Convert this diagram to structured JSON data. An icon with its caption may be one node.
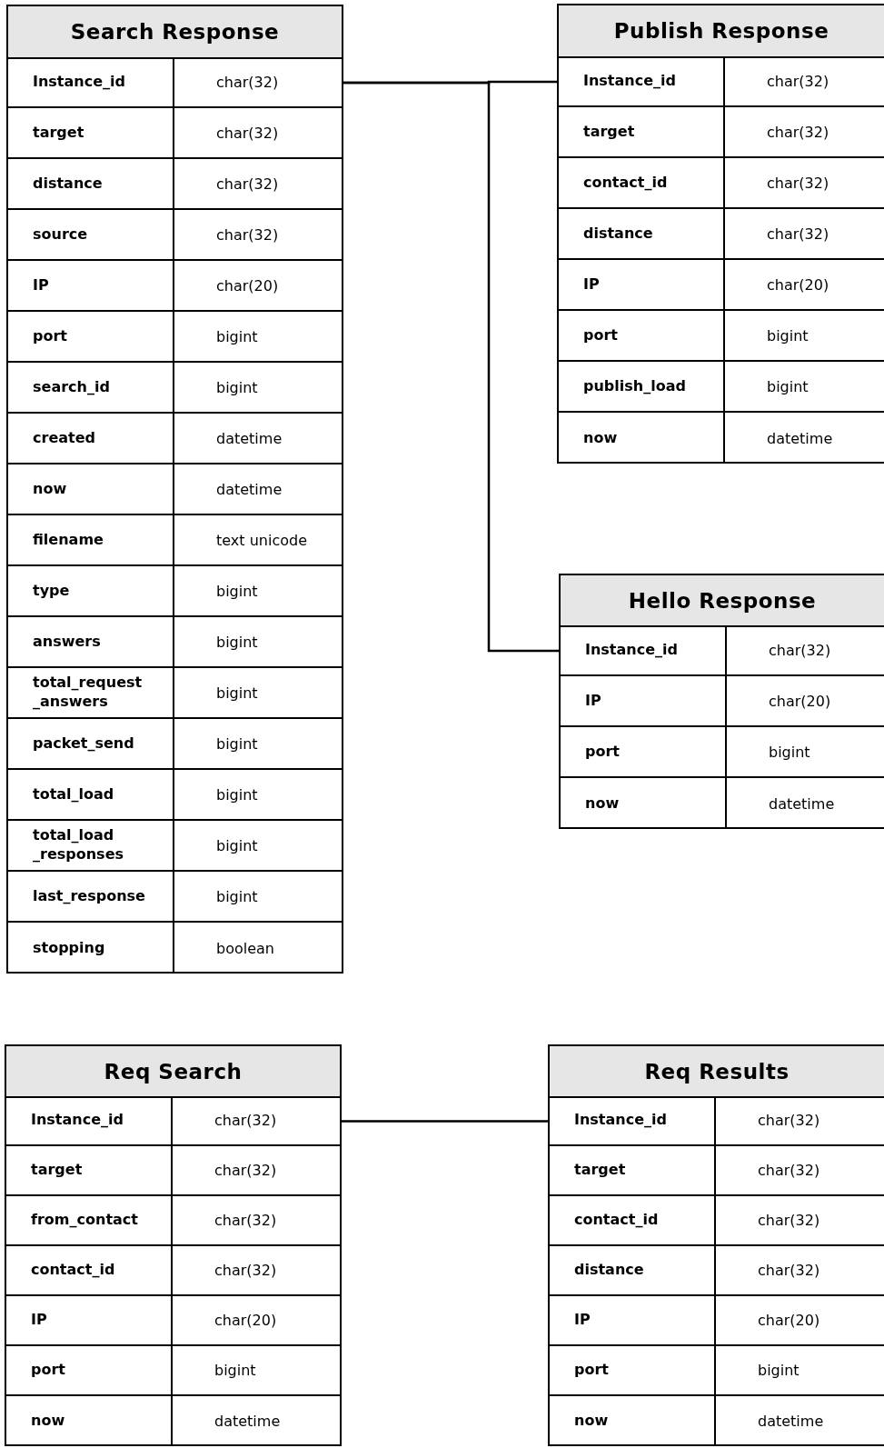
{
  "diagram": {
    "nodes": [
      {
        "text": [
          "Search Response"
        ]
      },
      {
        "text": [
          "Instance_id",
          "char(32)"
        ],
        "in": 0
      },
      {
        "text": [
          "target",
          "char(32)"
        ],
        "in": 0
      },
      {
        "text": [
          "distance",
          "char(32)"
        ],
        "in": 0
      },
      {
        "text": [
          "source",
          "char(32)"
        ],
        "in": 0
      },
      {
        "text": [
          "IP",
          "char(20)"
        ],
        "in": 0
      },
      {
        "text": [
          "port",
          "bigint"
        ],
        "in": 0
      },
      {
        "text": [
          "search_id",
          "bigint"
        ],
        "in": 0
      },
      {
        "text": [
          "created",
          "datetime"
        ],
        "in": 0
      },
      {
        "text": [
          "now",
          "datetime"
        ],
        "in": 0
      },
      {
        "text": [
          "filename",
          "text unicode"
        ],
        "in": 0
      },
      {
        "text": [
          "type",
          "bigint"
        ],
        "in": 0
      },
      {
        "text": [
          "answers",
          "bigint"
        ],
        "in": 0
      },
      {
        "text": [
          "total_request _answers",
          "bigint"
        ],
        "in": 0
      },
      {
        "text": [
          "packet_send",
          "bigint"
        ],
        "in": 0
      },
      {
        "text": [
          "total_load",
          "bigint"
        ],
        "in": 0
      },
      {
        "text": [
          "total_load _responses",
          "bigint"
        ],
        "in": 0
      },
      {
        "text": [
          "last_response",
          "bigint"
        ],
        "in": 0
      },
      {
        "text": [
          "stopping",
          "boolean"
        ],
        "in": 0
      },
      {
        "text": [
          "Publish Response"
        ]
      },
      {
        "text": [
          "Instance_id",
          "char(32)"
        ],
        "in": 19
      },
      {
        "text": [
          "target",
          "char(32)"
        ],
        "in": 19
      },
      {
        "text": [
          "contact_id",
          "char(32)"
        ],
        "in": 19
      },
      {
        "text": [
          "distance",
          "char(32)"
        ],
        "in": 19
      },
      {
        "text": [
          "IP",
          "char(20)"
        ],
        "in": 19
      },
      {
        "text": [
          "port",
          "bigint"
        ],
        "in": 19
      },
      {
        "text": [
          "publish_load",
          "bigint"
        ],
        "in": 19
      },
      {
        "text": [
          "now",
          "datetime"
        ],
        "in": 19
      },
      {
        "text": [
          "Hello Response"
        ]
      },
      {
        "text": [
          "Instance_id",
          "char(32)"
        ],
        "in": 28
      },
      {
        "text": [
          "IP",
          "char(20)"
        ],
        "in": 28
      },
      {
        "text": [
          "port",
          "bigint"
        ],
        "in": 28
      },
      {
        "text": [
          "now",
          "datetime"
        ],
        "in": 28
      },
      {
        "text": [
          "Req Search"
        ]
      },
      {
        "text": [
          "Instance_id",
          "char(32)"
        ],
        "in": 33
      },
      {
        "text": [
          "target",
          "char(32)"
        ],
        "in": 33
      },
      {
        "text": [
          "from_contact",
          "char(32)"
        ],
        "in": 33
      },
      {
        "text": [
          "contact_id",
          "char(32)"
        ],
        "in": 33
      },
      {
        "text": [
          "IP",
          "char(20)"
        ],
        "in": 33
      },
      {
        "text": [
          "port",
          "bigint"
        ],
        "in": 33
      },
      {
        "text": [
          "now",
          "datetime"
        ],
        "in": 33
      },
      {
        "text": [
          "Req Results"
        ]
      },
      {
        "text": [
          "Instance_id",
          "char(32)"
        ],
        "in": 41
      },
      {
        "text": [
          "target",
          "char(32)"
        ],
        "in": 41
      },
      {
        "text": [
          "contact_id",
          "char(32)"
        ],
        "in": 41
      },
      {
        "text": [
          "distance",
          "char(32)"
        ],
        "in": 41
      },
      {
        "text": [
          "IP",
          "char(20)"
        ],
        "in": 41
      },
      {
        "text": [
          "port",
          "bigint"
        ],
        "in": 41
      },
      {
        "text": [
          "now",
          "datetime"
        ],
        "in": 41
      }
    ],
    "edges": [
      {
        "from": 1,
        "to": 20,
        "arrow": "none"
      },
      {
        "from": 1,
        "to": 29,
        "arrow": "none"
      },
      {
        "from": 34,
        "to": 42,
        "arrow": "none"
      }
    ]
  }
}
